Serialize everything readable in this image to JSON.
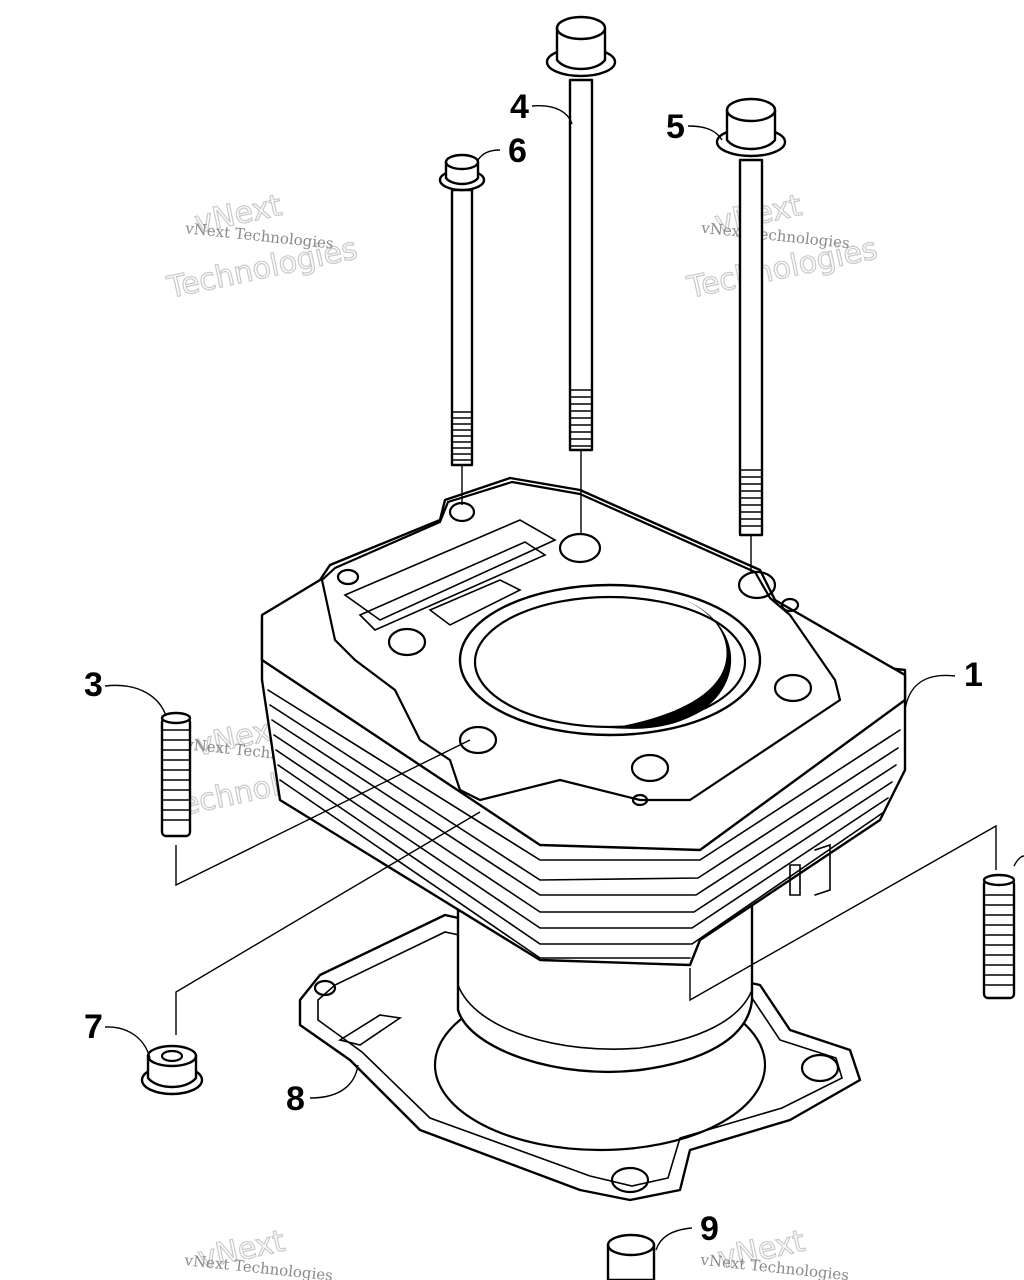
{
  "diagram": {
    "callouts": [
      {
        "id": "c1",
        "label": "1",
        "part": "cylinder"
      },
      {
        "id": "c3",
        "label": "3",
        "part": "stud-short"
      },
      {
        "id": "c4",
        "label": "4",
        "part": "bolt-long-center"
      },
      {
        "id": "c5",
        "label": "5",
        "part": "bolt-long-right"
      },
      {
        "id": "c6",
        "label": "6",
        "part": "bolt-left"
      },
      {
        "id": "c7",
        "label": "7",
        "part": "flange-nut"
      },
      {
        "id": "c8",
        "label": "8",
        "part": "base-gasket"
      },
      {
        "id": "c9",
        "label": "9",
        "part": "dowel-pin"
      }
    ],
    "watermark": {
      "line1": "vNext",
      "line2": "Technologies",
      "small": "vNext Technologies"
    }
  }
}
